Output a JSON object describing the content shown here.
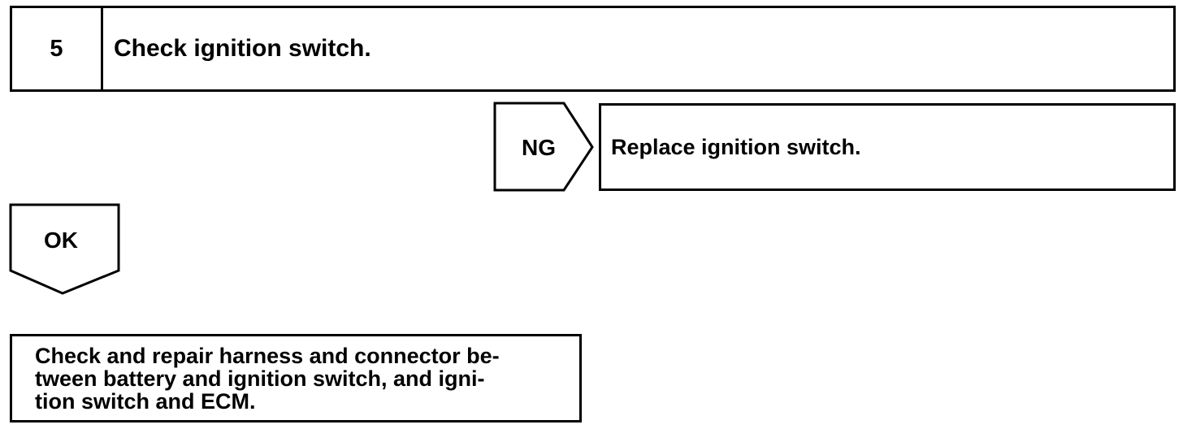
{
  "step": {
    "number": "5",
    "title": "Check ignition switch."
  },
  "ng_branch": {
    "label": "NG",
    "action": "Replace ignition switch."
  },
  "ok_branch": {
    "label": "OK"
  },
  "next_action": {
    "text": "Check and repair harness and connector be-\ntween battery and ignition switch, and igni-\ntion switch and ECM."
  }
}
